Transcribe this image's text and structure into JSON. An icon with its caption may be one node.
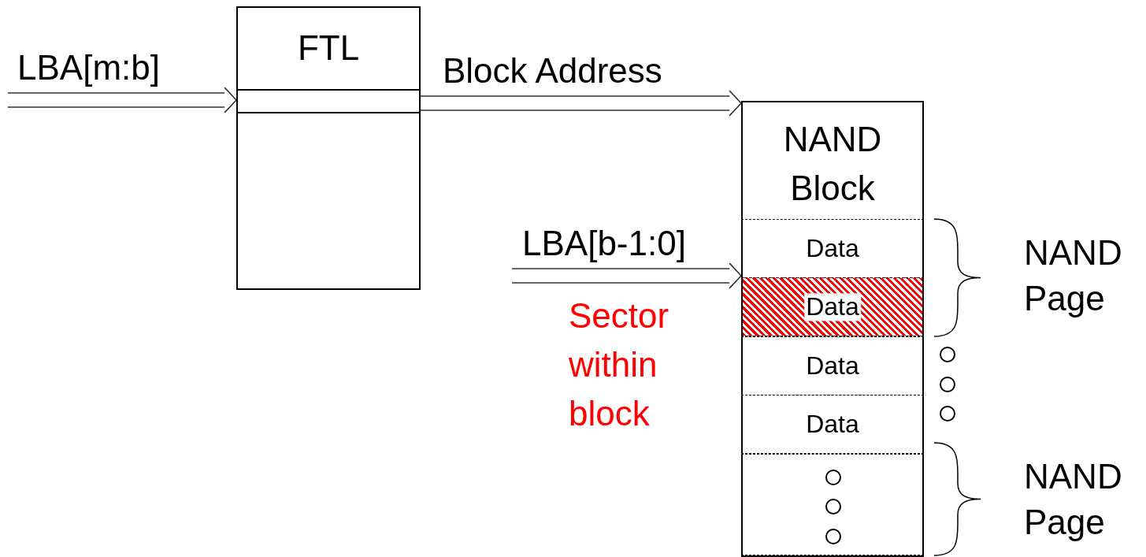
{
  "diagram": {
    "nodes": [
      {
        "text": [
          "FTL"
        ]
      },
      {
        "text": [],
        "shape": "box",
        "in": 0
      },
      {
        "text": [
          "NAND Block"
        ]
      },
      {
        "text": [
          "Data"
        ],
        "in": 2
      },
      {
        "text": [
          "Data"
        ],
        "in": 2
      },
      {
        "text": [
          "Data"
        ],
        "in": 2
      },
      {
        "text": [
          "Data"
        ],
        "in": 2
      },
      {
        "text": [],
        "shape": "box",
        "in": 2
      }
    ],
    "edges": [
      {
        "from": null,
        "to": 1,
        "arrow": "to",
        "label": "LBA[m:b]"
      },
      {
        "from": 1,
        "to": 2,
        "arrow": "to",
        "label": "Block Address"
      },
      {
        "from": null,
        "to": 4,
        "arrow": "to",
        "label": "LBA[b-1:0]"
      }
    ],
    "labels": [
      "Sector within block",
      "NAND Page",
      "NAND Page"
    ]
  }
}
